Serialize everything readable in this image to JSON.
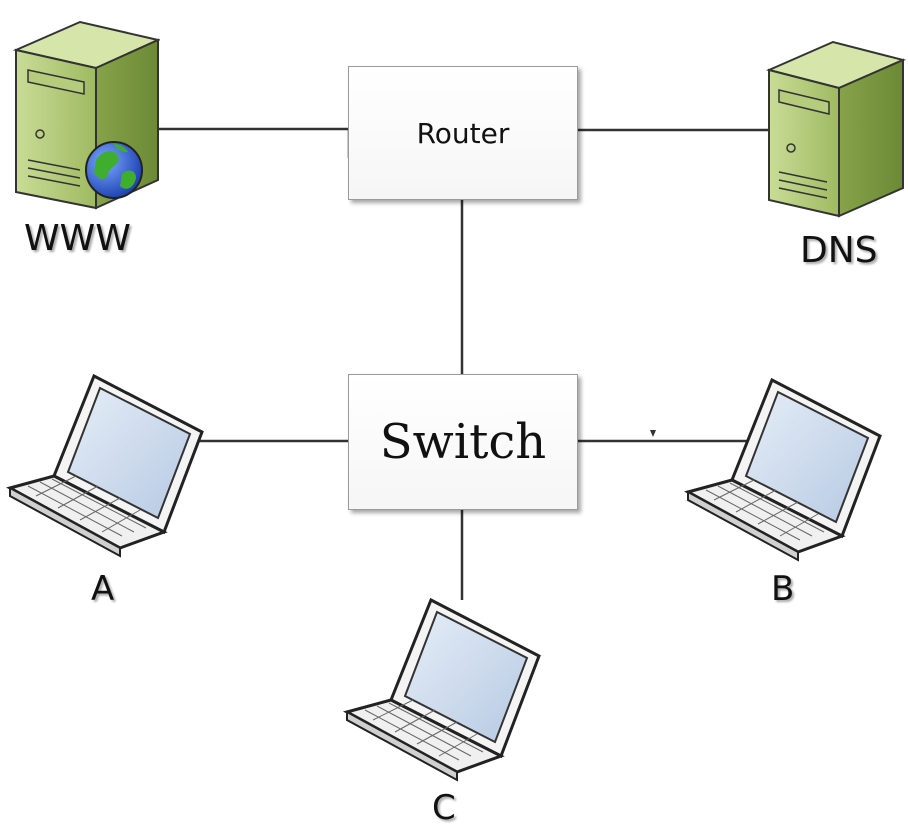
{
  "nodes": {
    "router": "Router",
    "switch": "Switch",
    "www": "WWW",
    "dns": "DNS",
    "host_a": "A",
    "host_b": "B",
    "host_c": "C"
  },
  "icons": {
    "www_server": "server-with-globe-icon",
    "dns_server": "server-icon",
    "host_a": "laptop-icon",
    "host_b": "laptop-icon",
    "host_c": "laptop-icon"
  },
  "colors": {
    "server_body": "#a9c46b",
    "laptop_screen": "#c9d9ec",
    "wire": "#333333"
  }
}
